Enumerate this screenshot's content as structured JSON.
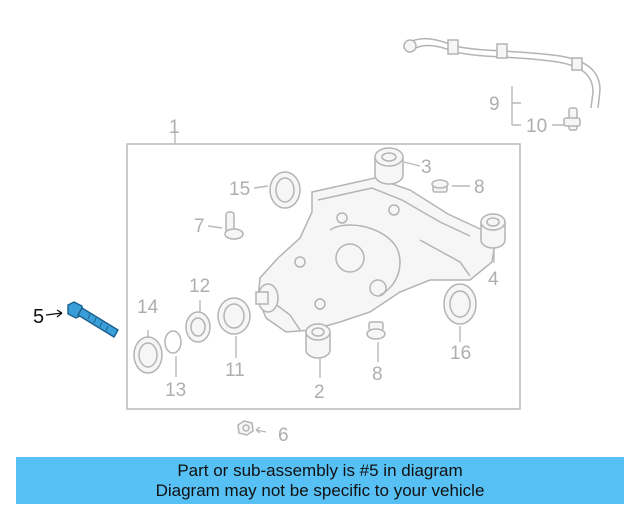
{
  "callouts": {
    "c1": "1",
    "c2": "2",
    "c3": "3",
    "c4": "4",
    "c5": "5",
    "c6": "6",
    "c7": "7",
    "c8a": "8",
    "c8b": "8",
    "c9": "9",
    "c10": "10",
    "c11": "11",
    "c12": "12",
    "c13": "13",
    "c14": "14",
    "c15": "15",
    "c16": "16"
  },
  "highlight": {
    "part": "5",
    "color": "#3a9fd8"
  },
  "banner": {
    "line1": "Part or sub-assembly is #5 in diagram",
    "line2": "Diagram may not be specific to your vehicle",
    "color": "#57c0f4"
  }
}
